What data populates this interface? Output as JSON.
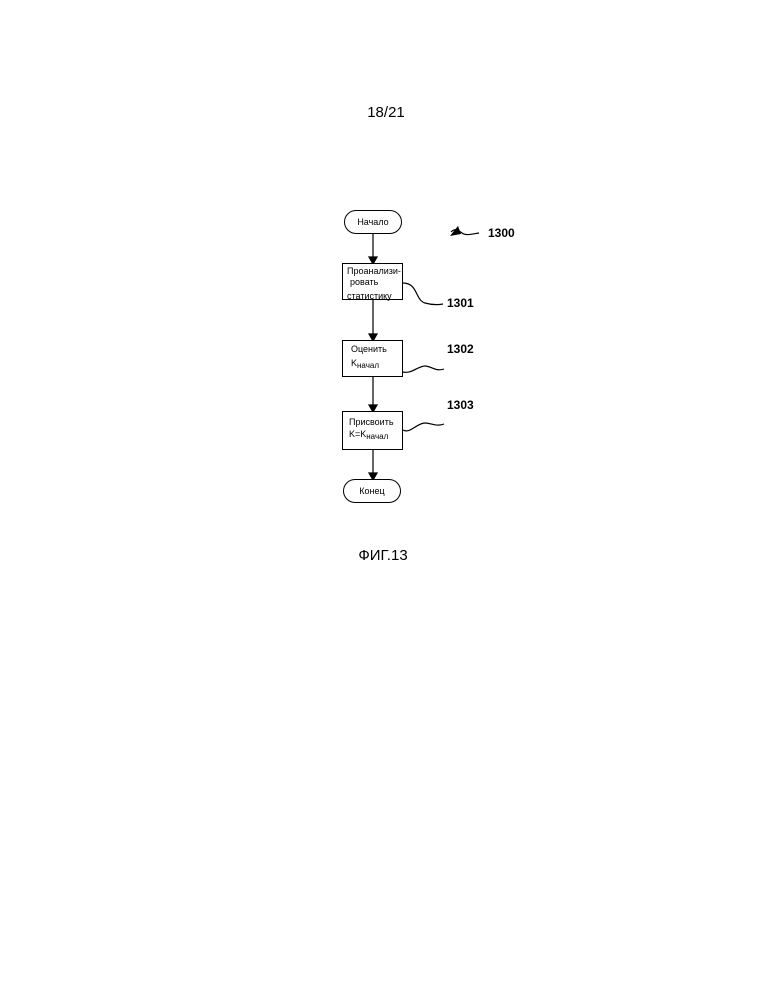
{
  "page_number": "18/21",
  "figure_caption": "ФИГ.13",
  "diagram": {
    "ref_main": "1300",
    "start": "Начало",
    "step1": {
      "line1": "Проанализи-",
      "line2": "ровать",
      "line3": "статистику",
      "ref": "1301"
    },
    "step2": {
      "line1": "Оценить",
      "k": "K",
      "sub": "начал",
      "ref": "1302"
    },
    "step3": {
      "line1": "Присвоить",
      "prefix": "K=K",
      "sub": "начал",
      "ref": "1303"
    },
    "end": "Конец"
  }
}
